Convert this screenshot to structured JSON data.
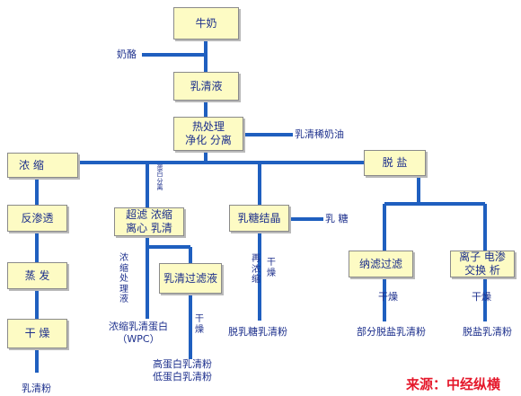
{
  "nodes": {
    "milk": "牛奶",
    "whey_liquid": "乳清液",
    "heat_treat_line1": "热处理",
    "heat_treat_line2": "净化 分离",
    "concentrate": "浓  缩",
    "desalt": "脱  盐",
    "reverse_osmosis": "反渗透",
    "evaporate": "蒸  发",
    "dry": "干  燥",
    "ultra_line1": "超滤  浓缩",
    "ultra_line2": "离心  乳清",
    "lactose_crystal": "乳糖结晶",
    "whey_filtrate": "乳清过滤液",
    "nanofiltration": "纳滤过滤",
    "ion_exchange_line1": "离子 电渗",
    "ion_exchange_line2": "交换  析"
  },
  "labels": {
    "cheese": "奶酪",
    "whey_cream": "乳清稀奶油",
    "lactose": "乳  糖",
    "protein_separation": "蛋白分离",
    "vertical_left": "浓缩处理液",
    "concentrate_protein_line1": "浓缩乳清蛋白",
    "concentrate_protein_line2": "（WPC）",
    "dry_mid": "干燥",
    "high_protein_line1": "高蛋白乳清粉",
    "high_protein_line2": "低蛋白乳清粉",
    "vertical_lactose": "再浓缩",
    "dry_lactose": "干燥",
    "delactose_powder": "脱乳糖乳清粉",
    "dry_nano": "干燥",
    "partial_desalt_powder": "部分脱盐乳清粉",
    "dry_ion": "干燥",
    "desalt_powder": "脱盐乳清粉",
    "whey_powder": "乳清粉"
  },
  "source": "来源：中经纵横",
  "colors": {
    "line": "#1f5fbf",
    "box_fill": "#fdfbc4",
    "text": "#1c2f8c",
    "source": "#e5182b"
  }
}
